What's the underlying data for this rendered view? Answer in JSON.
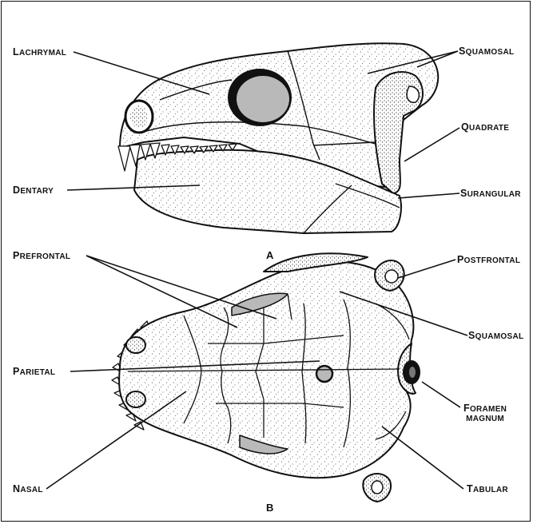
{
  "figure": {
    "panel_a": "A",
    "panel_b": "B"
  },
  "labels_a": {
    "lachrymal": "Lachrymal",
    "squamosal": "Squamosal",
    "quadrate": "Quadrate",
    "dentary": "Dentary",
    "surangular": "Surangular"
  },
  "labels_b": {
    "prefrontal": "Prefrontal",
    "postfrontal": "Postfrontal",
    "squamosal": "Squamosal",
    "parietal": "Parietal",
    "foramen_magnum": "Foramen\nMagnum",
    "nasal": "Nasal",
    "tabular": "Tabular"
  },
  "colors": {
    "ink": "#111111",
    "orbit_fill": "#b9b9b9",
    "background": "#ffffff"
  }
}
